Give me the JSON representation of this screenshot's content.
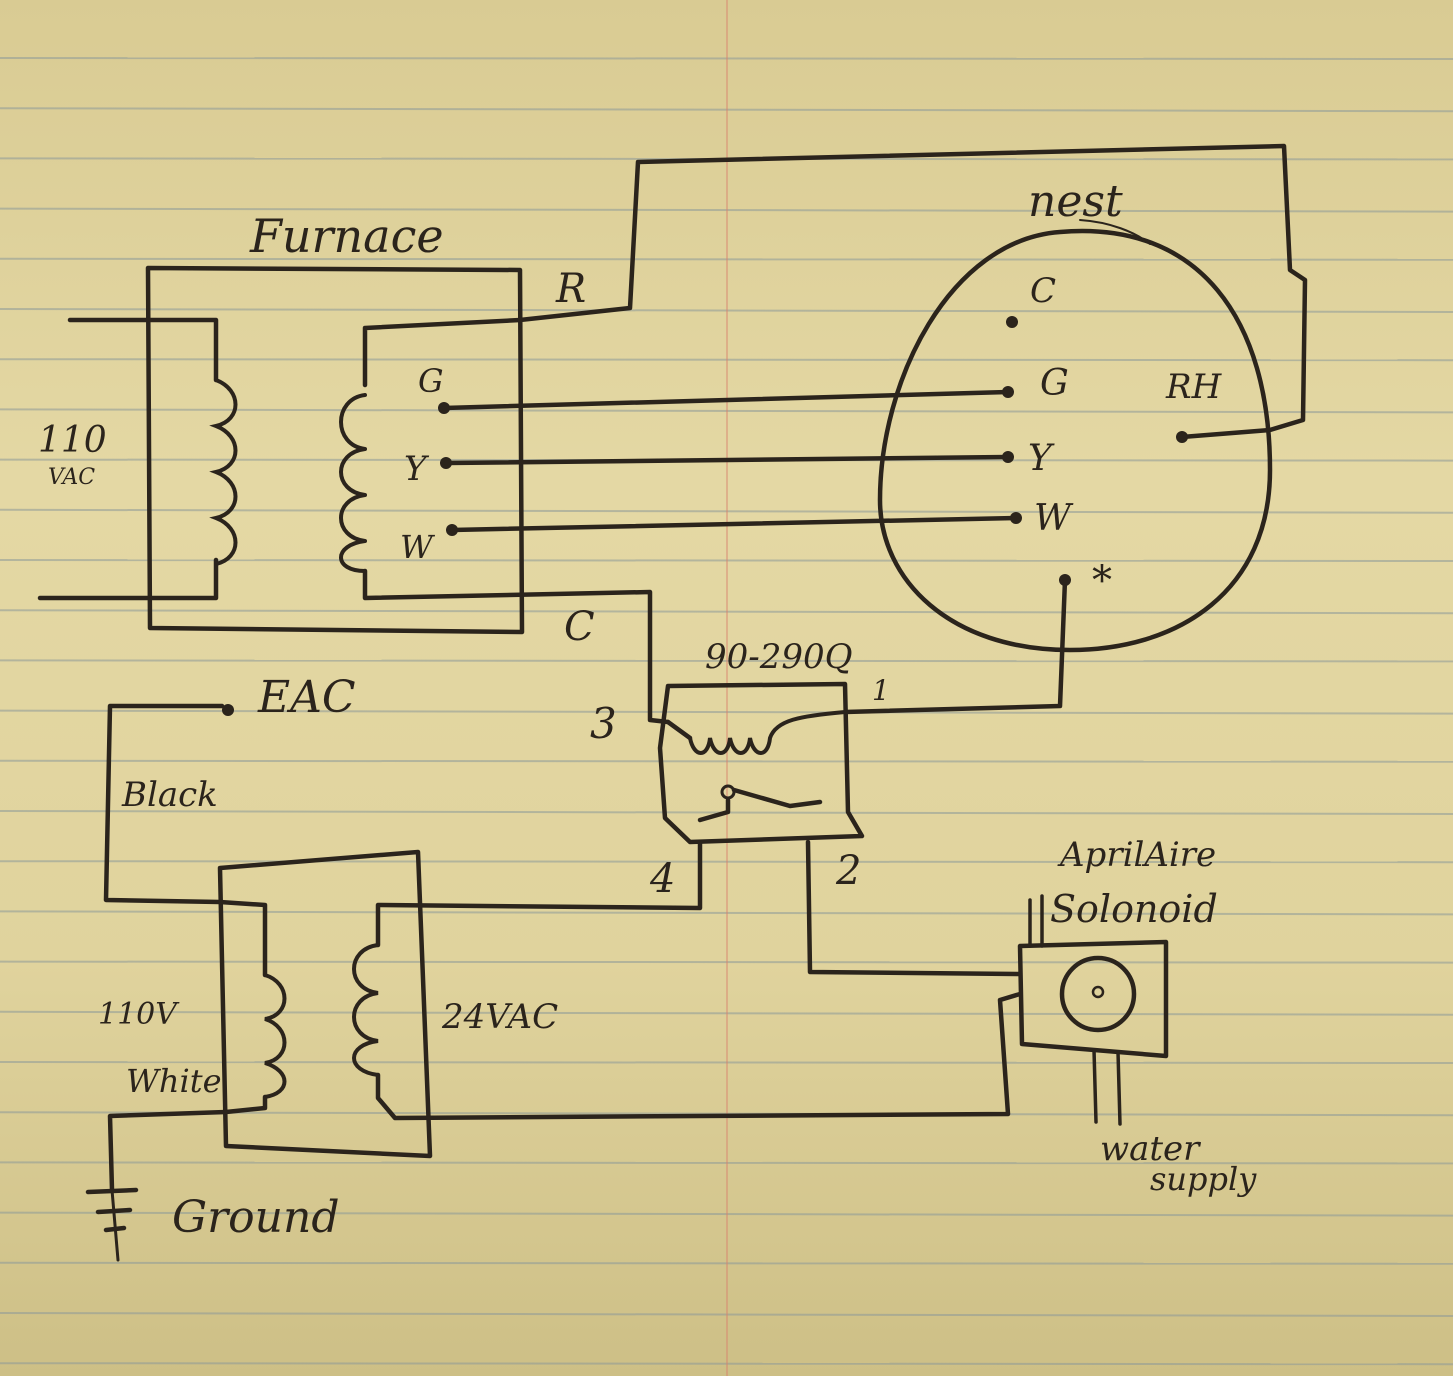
{
  "labels": {
    "furnace": "Furnace",
    "nest": "nest",
    "vac110_top": "110",
    "vac110_bottom": "VAC",
    "R": "R",
    "C_furnace": "C",
    "G_furnace": "G",
    "Y_furnace": "Y",
    "W_furnace": "W",
    "C_nest": "C",
    "G_nest": "G",
    "Y_nest": "Y",
    "W_nest": "W",
    "RH": "RH",
    "star": "*",
    "relay": "90-290Q",
    "pin1": "1",
    "pin2": "2",
    "pin3": "3",
    "pin4": "4",
    "eac": "EAC",
    "black": "Black",
    "v110": "110V",
    "white": "White",
    "vac24": "24VAC",
    "ground": "Ground",
    "aprilaire": "AprilAire",
    "solonoid": "Solonoid",
    "water": "water",
    "supply": "supply"
  },
  "colors": {
    "ink": "#2b241c",
    "paper": "#e0d39d",
    "rule": "#8d9a99",
    "margin": "#d9826e"
  }
}
